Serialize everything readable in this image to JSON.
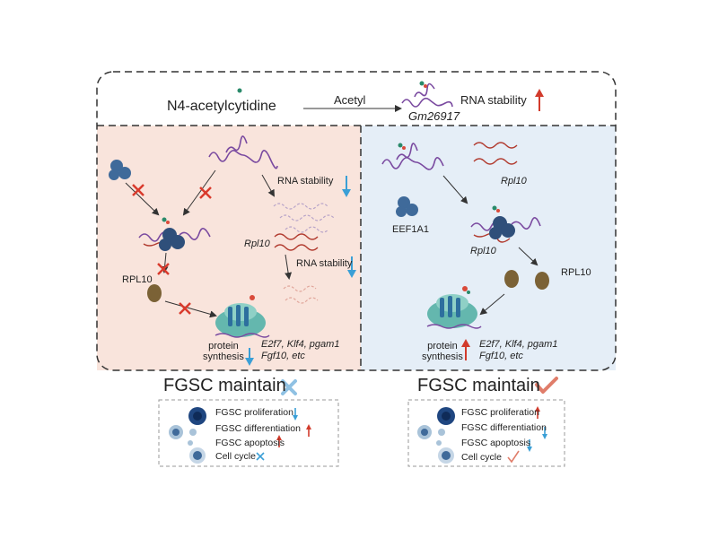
{
  "top": {
    "n4": "N4-acetylcytidine",
    "acetyl": "Acetyl",
    "gm": "Gm26917",
    "rna_stability": "RNA stability"
  },
  "left": {
    "rna_stability_1": "RNA stability",
    "rpl10_gene": "Rpl10",
    "rna_stability_2": "RNA stability",
    "rpl10_protein": "RPL10",
    "protein_synthesis": "protein\nsynthesis",
    "genes_line1": "E2f7, Klf4, pgam1",
    "genes_line2": "Fgf10, etc"
  },
  "right": {
    "rpl10_gene": "Rpl10",
    "eef1a1": "EEF1A1",
    "rpl10_gene_2": "Rpl10",
    "rpl10_protein": "RPL10",
    "protein_synthesis": "protein\nsynthesis",
    "genes_line1": "E2f7, Klf4, pgam1",
    "genes_line2": "Fgf10, etc"
  },
  "fgsc_left": {
    "title": "FGSC maintain",
    "items": [
      "FGSC proliferation",
      "FGSC differentiation",
      "FGSC apoptosis",
      "Cell cycle"
    ]
  },
  "fgsc_right": {
    "title": "FGSC maintain",
    "items": [
      "FGSC proliferation",
      "FGSC differentiation",
      "FGSC apoptosis",
      "Cell cycle"
    ]
  },
  "colors": {
    "left_bg": "#f9e4dc",
    "right_bg": "#e5eef7",
    "rna": "#7a4aa0",
    "rna_red": "#b13a2e",
    "up_arrow": "#d23b2c",
    "down_arrow": "#3a9fd6",
    "protein_blue": "#3f6a9a",
    "ribosome": "#64b7ae",
    "rpl10": "#7b6236",
    "cross": "#d93a2c"
  }
}
